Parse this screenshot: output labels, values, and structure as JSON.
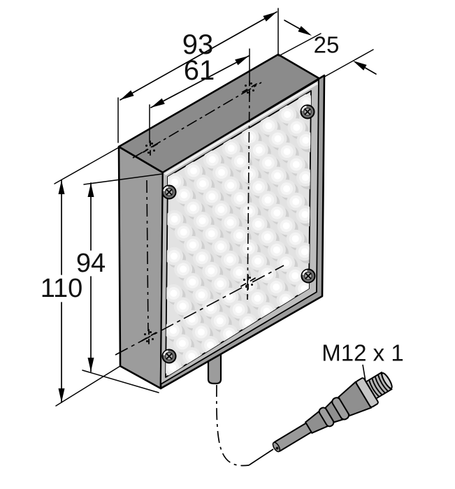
{
  "device": {
    "name": "LED area light technical drawing",
    "led_grid": {
      "rows": 11,
      "cols": 8
    },
    "colors": {
      "top_face": "#8b8b8b",
      "side_face": "#9c9c9c",
      "outer_frame": "#9c9c9c",
      "bezel": "#bdbdbd",
      "lens": "#e2e2e2",
      "led_shadow": "#cfcfcf",
      "led_outer": "#e9e9e9",
      "led_mid": "#f4f4f4",
      "led_core": "#ffffff",
      "cable": "#9a9a9a",
      "connector_body": "#8f8f8f",
      "connector_collar": "#c6c6c6",
      "connector_threads": "#b3b3b3",
      "line": "#000000"
    }
  },
  "annotations": {
    "dim_width": "93",
    "dim_hole_spacing": "61",
    "dim_depth": "25",
    "dim_window_height": "94",
    "dim_height": "110",
    "connector_label": "M12 x 1"
  }
}
